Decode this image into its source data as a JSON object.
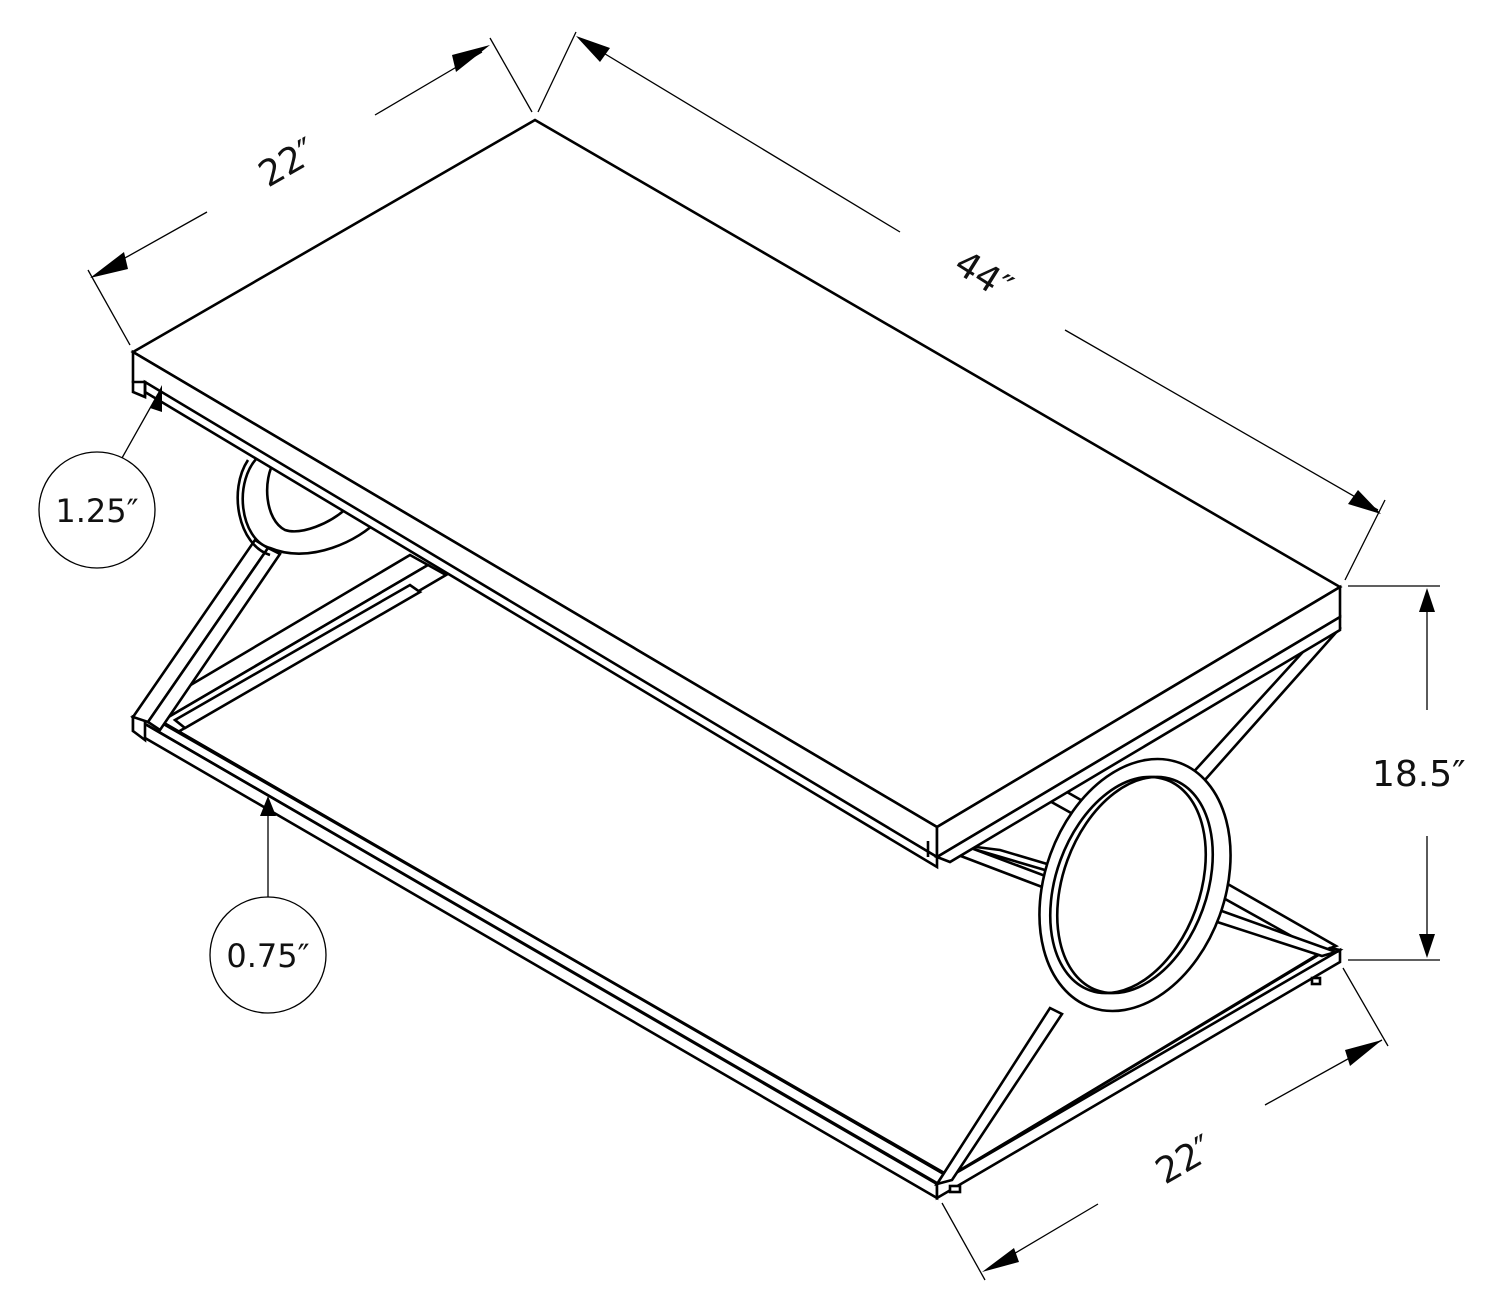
{
  "diagram": {
    "subject": "Coffee table dimension drawing",
    "colors": {
      "line": "#000000",
      "background": "#ffffff",
      "text": "#111111"
    },
    "dimensions": {
      "depth_top": {
        "label": "22″",
        "meaning": "table depth"
      },
      "length": {
        "label": "44″",
        "meaning": "table length"
      },
      "height": {
        "label": "18.5″",
        "meaning": "table height"
      },
      "depth_bottom": {
        "label": "22″",
        "meaning": "base depth"
      },
      "top_thickness": {
        "label": "1.25″",
        "meaning": "tabletop thickness"
      },
      "frame_thickness": {
        "label": "0.75″",
        "meaning": "base frame thickness"
      }
    }
  }
}
